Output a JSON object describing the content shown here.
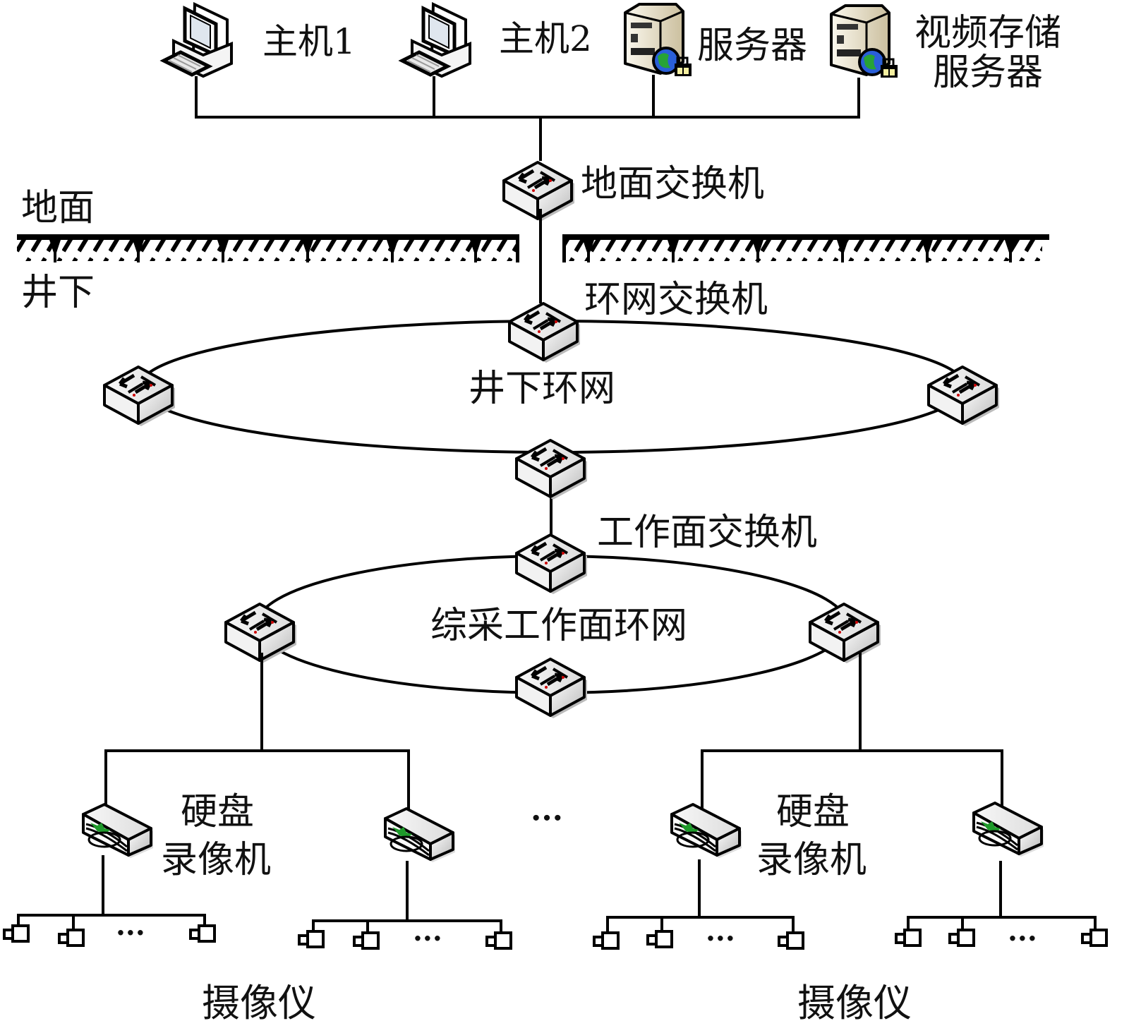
{
  "surface": {
    "host1": "主机1",
    "host2": "主机2",
    "server": "服务器",
    "video_server_line1": "视频存储",
    "video_server_line2": "服务器",
    "ground_switch": "地面交换机"
  },
  "boundary": {
    "above": "地面",
    "below": "井下"
  },
  "underground": {
    "ring_switch": "环网交换机",
    "ring_name": "井下环网",
    "face_switch": "工作面交换机",
    "face_ring_name": "综采工作面环网"
  },
  "edge": {
    "dvr_line1": "硬盘",
    "dvr_line2": "录像机",
    "ellipsis": "···",
    "camera_label": "摄像仪"
  },
  "colors": {
    "line": "#000000",
    "device_body": "#e8e8e8",
    "device_shadow": "#bdbdbd",
    "server_body": "#efe8d6",
    "globe_blue": "#2a5fd8",
    "globe_green": "#27a336",
    "dvr_green": "#1e9a2a",
    "switch_arrow_red": "#cc0000",
    "lock_yellow": "#f6f0a0"
  }
}
